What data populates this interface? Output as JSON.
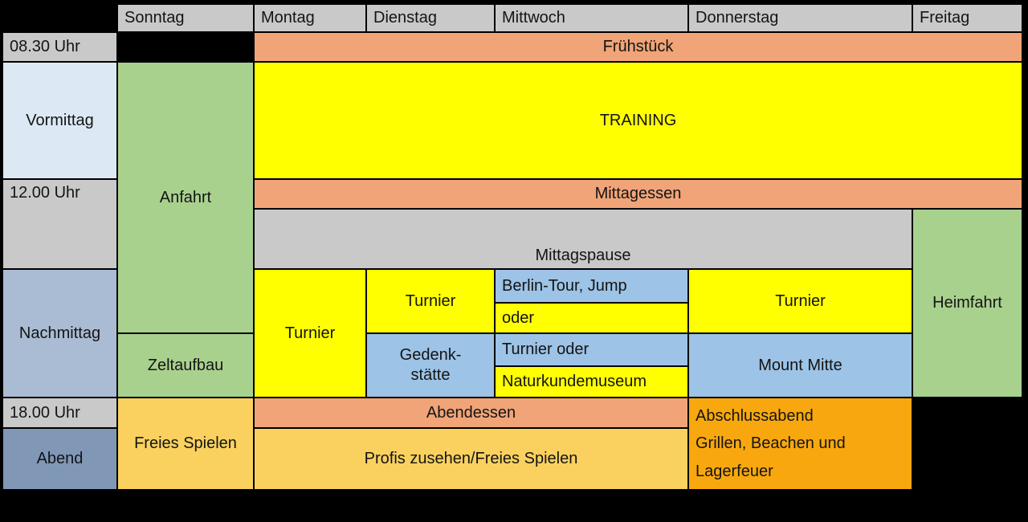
{
  "palette": {
    "black": "#000000",
    "gray": "#C9C9C9",
    "meal_orange": "#F0A478",
    "yellow": "#FFFF00",
    "green": "#A9D18E",
    "blue": "#9DC3E6",
    "light_blue": "#DCE9F5",
    "mid_blue": "#A9BCD3",
    "slate_blue": "#8097B6",
    "gold": "#FAD15F",
    "dark_orange": "#F8A80E"
  },
  "header": {
    "days": [
      "Sonntag",
      "Montag",
      "Dienstag",
      "Mittwoch",
      "Donnerstag",
      "Freitag"
    ]
  },
  "time_column": {
    "t0830": "08.30 Uhr",
    "vormittag": "Vormittag",
    "t1200": "12.00 Uhr",
    "nachmittag": "Nachmittag",
    "t1800": "18.00 Uhr",
    "abend": "Abend"
  },
  "cells": {
    "fruehstueck": "Frühstück",
    "training": "TRAINING",
    "mittagessen": "Mittagessen",
    "mittagspause": "Mittagspause",
    "anfahrt": "Anfahrt",
    "zeltaufbau": "Zeltaufbau",
    "freies_spielen": "Freies Spielen",
    "turnier_montag": "Turnier",
    "turnier_dienstag": "Turnier",
    "turnier_donnerstag": "Turnier",
    "gedenkstaette_line1": "Gedenk-",
    "gedenkstaette_line2": "stätte",
    "berlin_tour": "Berlin-Tour, Jump",
    "oder": "oder",
    "turnier_oder": "Turnier oder",
    "naturkundemuseum": "Naturkundemuseum",
    "mount_mitte": "Mount Mitte",
    "heimfahrt": "Heimfahrt",
    "abendessen": "Abendessen",
    "profis": "Profis zusehen/Freies Spielen",
    "abschlussabend_lines": [
      "Abschlussabend",
      "Grillen, Beachen und",
      "Lagerfeuer"
    ]
  }
}
